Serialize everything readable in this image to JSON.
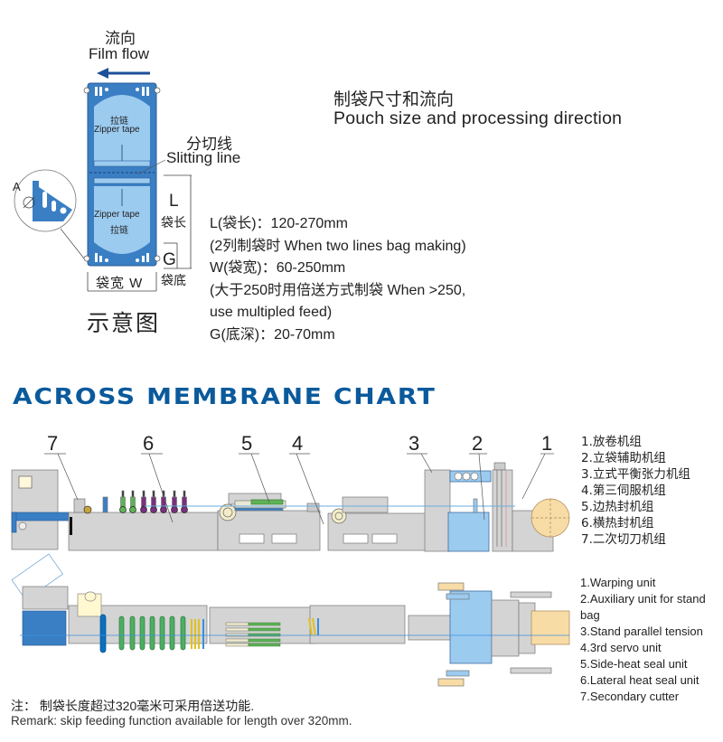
{
  "pouch_diagram": {
    "film_flow_cn": "流向",
    "film_flow_en": "Film flow",
    "zipper_top_cn": "拉链",
    "zipper_top_en": "Zipper tape",
    "zipper_bottom_en": "Zipper tape",
    "zipper_bottom_cn": "拉链",
    "slitting_cn": "分切线",
    "slitting_en": "Slitting line",
    "L_label": "L",
    "L_cn": "袋长",
    "G_label": "G",
    "G_cn": "袋底",
    "W_label": "袋宽 W",
    "detail_label": "A",
    "schematic_cn": "示意图"
  },
  "title": {
    "cn": "制袋尺寸和流向",
    "en": "Pouch size and processing direction"
  },
  "specs": [
    "L(袋长)：120-270mm",
    "(2列制袋时 When two lines bag making)",
    "W(袋宽)：60-250mm",
    "(大于250时用倍送方式制袋 When >250,",
    "use multipled feed)",
    "G(底深)：20-70mm"
  ],
  "chart_heading": "ACROSS MEMBRANE CHART",
  "unit_numbers": [
    "7",
    "6",
    "5",
    "4",
    "3",
    "2",
    "1"
  ],
  "legend_cn": [
    "1.放卷机组",
    "2.立袋辅助机组",
    "3.立式平衡张力机组",
    "4.第三伺服机组",
    "5.边热封机组",
    "6.横热封机组",
    "7.二次切刀机组"
  ],
  "legend_en": [
    "1.Warping unit",
    "2.Auxiliary unit for stand bag",
    "3.Stand parallel tension",
    "4.3rd servo unit",
    "5.Side-heat seal unit",
    "6.Lateral heat seal unit",
    "7.Secondary cutter"
  ],
  "remark": {
    "cn": "注： 制袋长度超过320毫米可采用倍送功能.",
    "en": "Remark: skip feeding function available for length over 320mm."
  },
  "colors": {
    "brand_blue": "#0a5a9c",
    "pouch_dark": "#3a7fc4",
    "pouch_light": "#9ccbf0",
    "machine_gray": "#d0d0d0",
    "seal_green": "#5db356",
    "heater_purple": "#7a2f7f",
    "unwind_tan": "#f8dca6"
  }
}
